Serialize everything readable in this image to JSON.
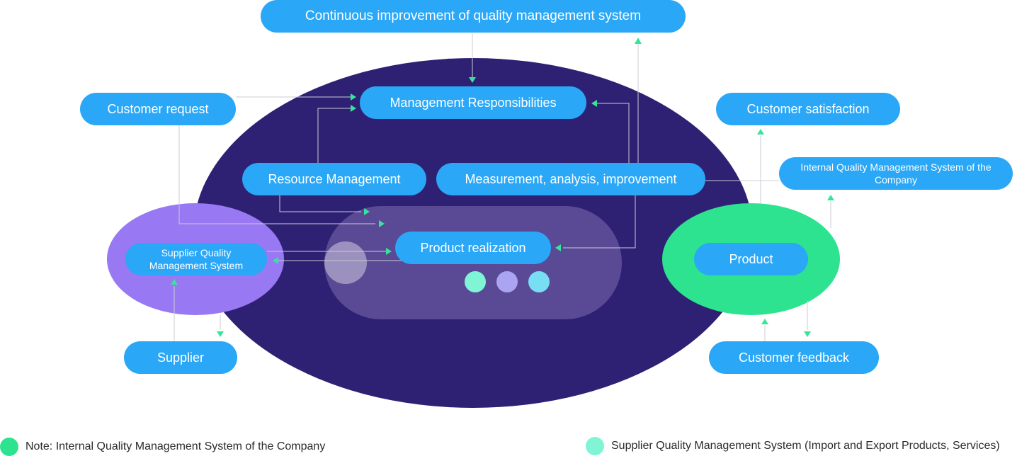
{
  "colors": {
    "core": "#2e2174",
    "supplier_zone": "#9878f3",
    "product_zone": "#2ee38f",
    "process_band": "#5a4a95",
    "pill": "#2aa7f6",
    "connector": "#c8ccd4",
    "arrow": "#35e59a",
    "legend_company": "#2ee38f",
    "legend_supplier": "#7ff5d6"
  },
  "nodes": {
    "continuous_improvement": "Continuous improvement of quality management system",
    "management_responsibilities": "Management Responsibilities",
    "customer_request": "Customer request",
    "customer_satisfaction": "Customer satisfaction",
    "resource_management": "Resource Management",
    "measurement": "Measurement, analysis, improvement",
    "internal_qms": "Internal Quality Management System of the Company",
    "supplier_qms": "Supplier Quality Management System",
    "product_realization": "Product realization",
    "product": "Product",
    "supplier": "Supplier",
    "customer_feedback": "Customer feedback"
  },
  "legend": {
    "company_note": "Note: Internal Quality Management System of the Company",
    "supplier_note": "Supplier Quality Management System (Import and Export Products, Services)"
  }
}
